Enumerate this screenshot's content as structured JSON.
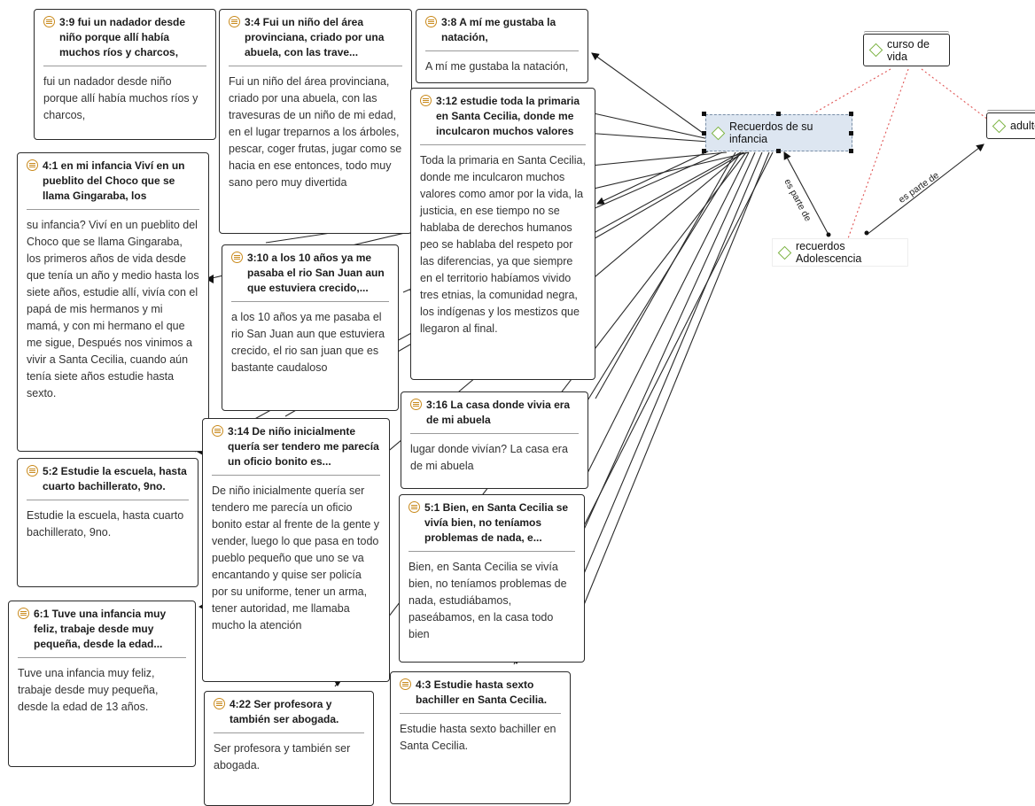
{
  "quotes": [
    {
      "id": "q39",
      "title": "3:9 fui un nadador desde niño porque allí había muchos ríos y charcos,",
      "body": "fui un nadador desde niño porque allí había muchos ríos y charcos,"
    },
    {
      "id": "q34",
      "title": "3:4 Fui un niño del área provinciana, criado por una abuela, con las trave...",
      "body": "Fui un niño del área provinciana, criado por una abuela, con las travesuras de un niño de mi edad, en el lugar treparnos a los árboles, pescar, coger frutas, jugar como se hacia en ese entonces, todo muy sano pero muy divertida"
    },
    {
      "id": "q38",
      "title": "3:8 A mí me gustaba la natación,",
      "body": "A mí me gustaba la natación,"
    },
    {
      "id": "q312",
      "title": "3:12 estudie toda la primaria en Santa Cecilia, donde me inculcaron muchos valores",
      "body": "Toda la primaria en Santa Cecilia, donde me inculcaron muchos valores como amor por la vida, la justicia, en ese tiempo no se hablaba de derechos humanos peo se hablaba del respeto por las diferencias, ya que siempre en el territorio habíamos vivido tres etnias, la comunidad negra, los indígenas y los mestizos que llegaron al final."
    },
    {
      "id": "q41",
      "title": "4:1 en mi infancia Viví en un pueblito del Choco que se llama Gingaraba, los",
      "body": "su infancia? Viví en un pueblito del Choco que se llama Gingaraba, los primeros años de vida desde que tenía un año y medio hasta los siete años, estudie allí, vivía con el papá de mis hermanos y mi mamá, y con mi hermano el que me sigue, Después nos vinimos a vivir a Santa Cecilia, cuando aún tenía siete años estudie hasta sexto."
    },
    {
      "id": "q310",
      "title": "3:10 a los 10 años ya me pasaba el rio San Juan aun que estuviera crecido,...",
      "body": "a los 10 años ya me pasaba el rio San Juan aun que estuviera crecido, el rio san juan que es bastante caudaloso"
    },
    {
      "id": "q316",
      "title": "3:16 La casa  donde vivia era de mi abuela",
      "body": "lugar donde vivían?  La casa era de mi abuela"
    },
    {
      "id": "q314",
      "title": "3:14 De niño inicialmente quería ser tendero me parecía un oficio bonito es...",
      "body": "De niño inicialmente quería ser tendero me parecía un oficio bonito estar al frente de la gente y vender, luego lo que pasa en todo pueblo pequeño que uno se va encantando y quise ser policía por su uniforme, tener un arma, tener autoridad, me llamaba mucho la atención"
    },
    {
      "id": "q52",
      "title": "5:2 Estudie la escuela, hasta cuarto bachillerato, 9no.",
      "body": "Estudie la escuela, hasta cuarto bachillerato, 9no."
    },
    {
      "id": "q51",
      "title": "5:1 Bien, en Santa Cecilia se vivía bien, no teníamos problemas de nada, e...",
      "body": "Bien, en Santa Cecilia se vivía bien, no teníamos problemas de nada, estudiábamos, paseábamos, en la casa todo bien"
    },
    {
      "id": "q61",
      "title": "6:1 Tuve una infancia muy feliz, trabaje desde muy pequeña, desde la edad...",
      "body": "Tuve una infancia muy feliz, trabaje desde muy pequeña, desde la edad de 13 años."
    },
    {
      "id": "q43",
      "title": "4:3 Estudie hasta sexto bachiller en Santa Cecilia.",
      "body": "Estudie hasta sexto bachiller en Santa Cecilia."
    },
    {
      "id": "q422",
      "title": "4:22 Ser profesora y también ser abogada.",
      "body": "Ser profesora y también ser abogada."
    }
  ],
  "codes": {
    "curso": "curso de vida",
    "infancia": "Recuerdos de su infancia",
    "adulte": "adulte",
    "adolescencia": "recuerdos Adolescencia"
  },
  "relations": {
    "label1": "es parte de",
    "label2": "es parte de"
  },
  "colors": {
    "code_icon": "#7cb342",
    "quote_icon": "#c98a1c",
    "selection": "#dde6f1",
    "dotted_link": "#e05555"
  }
}
